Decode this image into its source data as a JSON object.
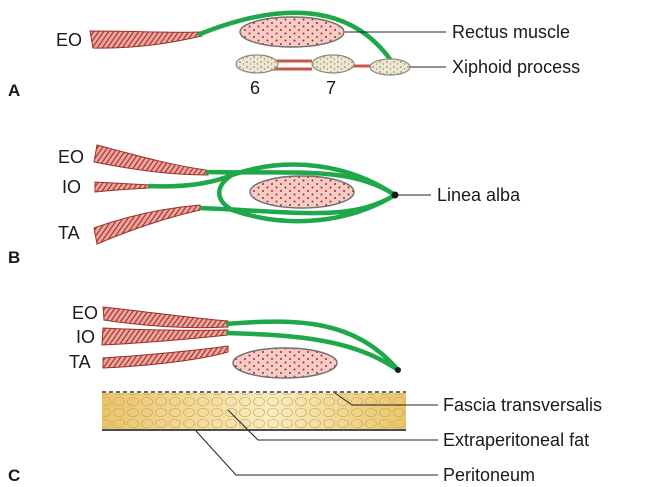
{
  "panels": {
    "a": {
      "letter": "A",
      "muscles": [
        "EO"
      ],
      "callouts": [
        "Rectus muscle",
        "Xiphoid process"
      ],
      "rib_numbers": [
        "6",
        "7"
      ]
    },
    "b": {
      "letter": "B",
      "muscles": [
        "EO",
        "IO",
        "TA"
      ],
      "callouts": [
        "Linea alba"
      ]
    },
    "c": {
      "letter": "C",
      "muscles": [
        "EO",
        "IO",
        "TA"
      ],
      "callouts": [
        "Fascia transversalis",
        "Extraperitoneal fat",
        "Peritoneum"
      ]
    }
  },
  "colors": {
    "fascia_green": "#1ea84a",
    "muscle_fill": "#e7a39b",
    "muscle_stripe": "#b23a34",
    "rectus_fill": "#f6cdc6",
    "rectus_dots": "#b8212c",
    "bone_fill": "#ece7d4",
    "fat_fill": "#f2dc9a"
  }
}
